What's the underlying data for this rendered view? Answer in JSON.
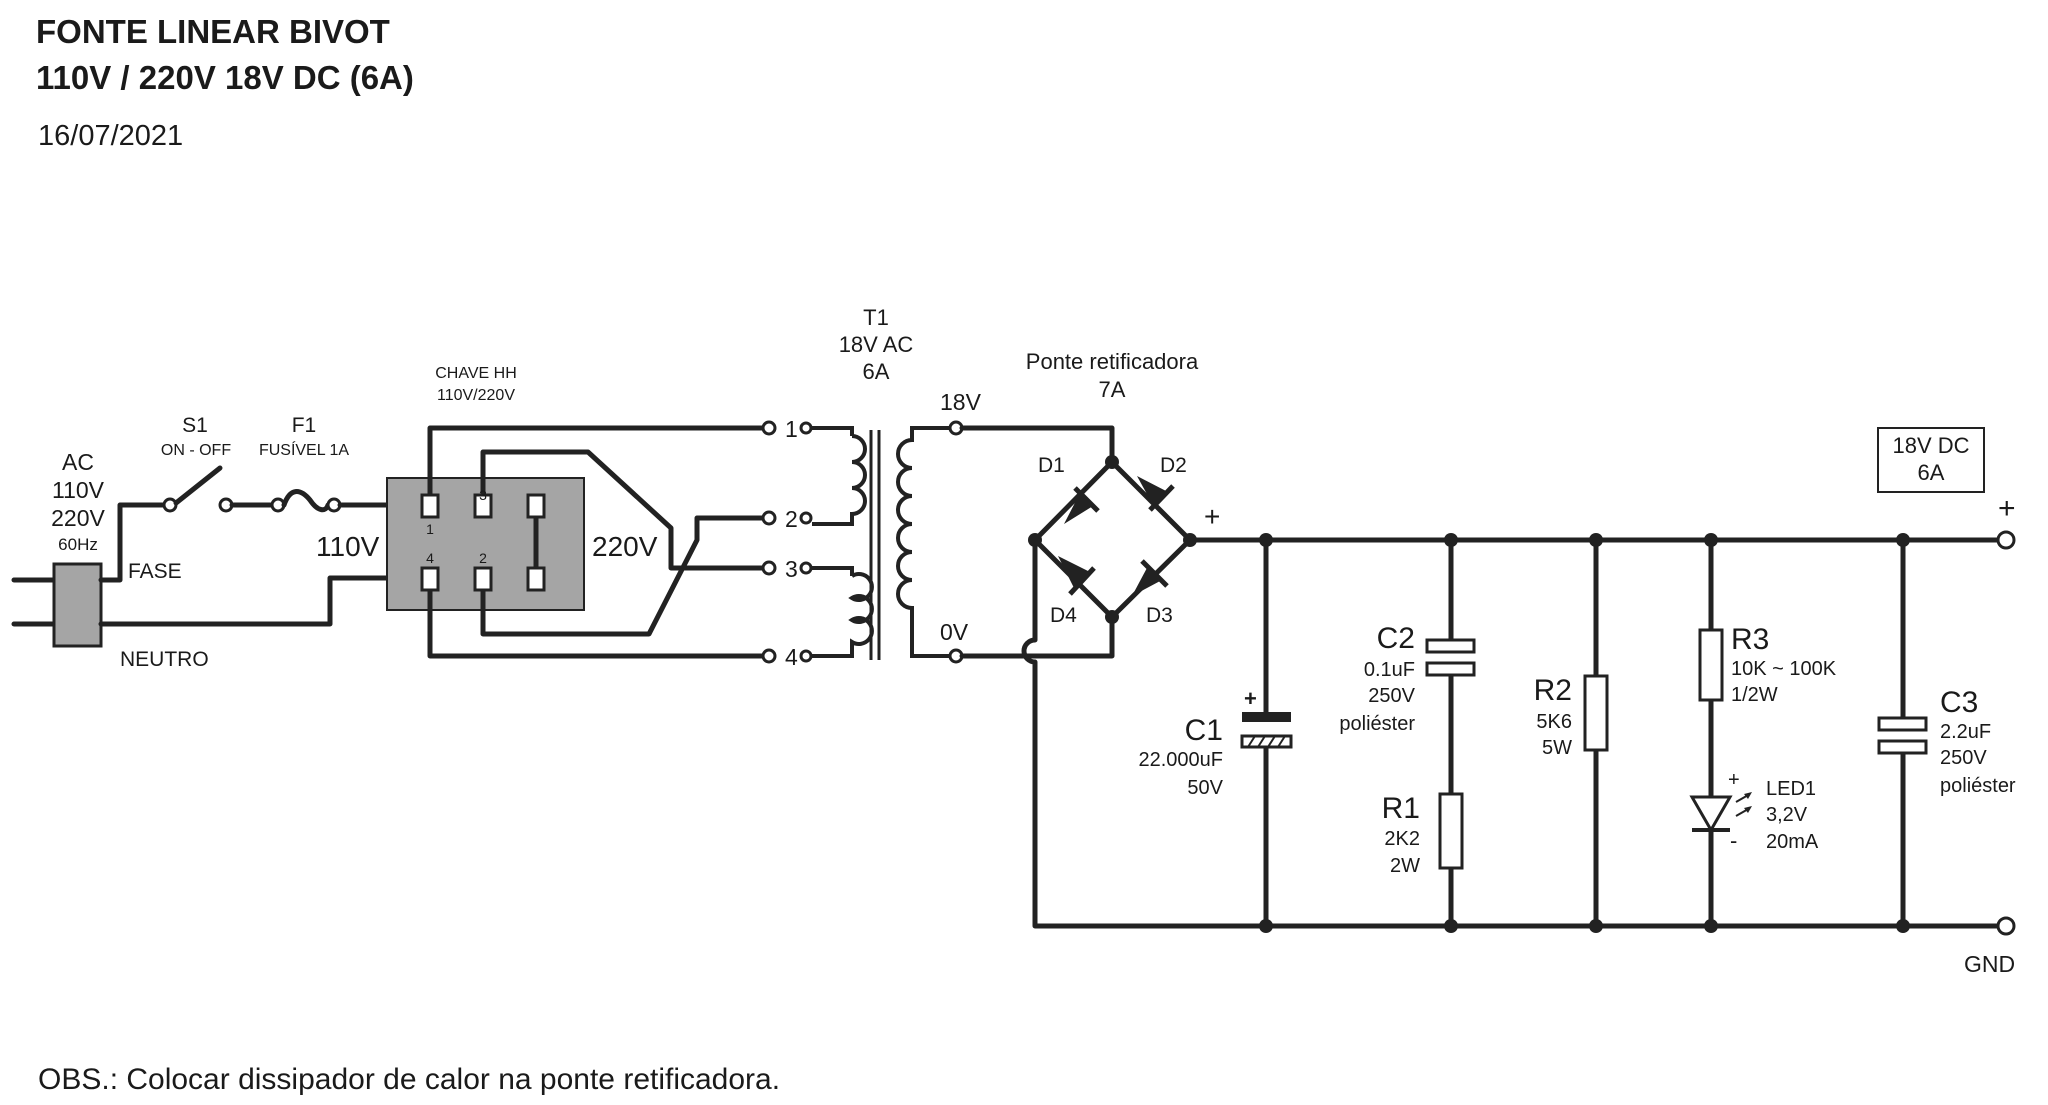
{
  "header": {
    "title_line1": "FONTE LINEAR BIVOT",
    "title_line2": "110V / 220V  18V DC (6A)",
    "date": "16/07/2021"
  },
  "footer": {
    "note": "OBS.: Colocar dissipador de calor na ponte retificadora."
  },
  "input": {
    "ac": "AC",
    "v110": "110V",
    "v220": "220V",
    "freq": "60Hz",
    "fase": "FASE",
    "neutro": "NEUTRO"
  },
  "s1": {
    "ref": "S1",
    "desc": "ON - OFF"
  },
  "f1": {
    "ref": "F1",
    "desc": "FUSÍVEL 1A"
  },
  "chave": {
    "name": "CHAVE   HH",
    "desc": "110V/220V",
    "left_label": "110V",
    "right_label": "220V",
    "pin1": "1",
    "pin2": "2",
    "pin3": "3",
    "pin4": "4"
  },
  "transformer": {
    "ref": "T1",
    "rating": "18V AC",
    "current": "6A",
    "p1": "1",
    "p2": "2",
    "p3": "3",
    "p4": "4",
    "sec_top": "18V",
    "sec_bottom": "0V"
  },
  "bridge": {
    "name": "Ponte retificadora",
    "rating": "7A",
    "d1": "D1",
    "d2": "D2",
    "d3": "D3",
    "d4": "D4",
    "plus": "+"
  },
  "c1": {
    "ref": "C1",
    "value": "22.000uF",
    "voltage": "50V",
    "pol": "+"
  },
  "c2": {
    "ref": "C2",
    "value": "0.1uF",
    "voltage": "250V",
    "type": "poliéster"
  },
  "r1": {
    "ref": "R1",
    "value": "2K2",
    "power": "2W"
  },
  "r2": {
    "ref": "R2",
    "value": "5K6",
    "power": "5W"
  },
  "r3": {
    "ref": "R3",
    "value": "10K ~ 100K",
    "power": "1/2W"
  },
  "led1": {
    "ref": "LED1",
    "voltage": "3,2V",
    "current": "20mA",
    "plus": "+",
    "minus": "-"
  },
  "c3": {
    "ref": "C3",
    "value": "2.2uF",
    "voltage": "250V",
    "type": "poliéster"
  },
  "output": {
    "box_line1": "18V DC",
    "box_line2": "6A",
    "plus": "+",
    "gnd": "GND"
  }
}
